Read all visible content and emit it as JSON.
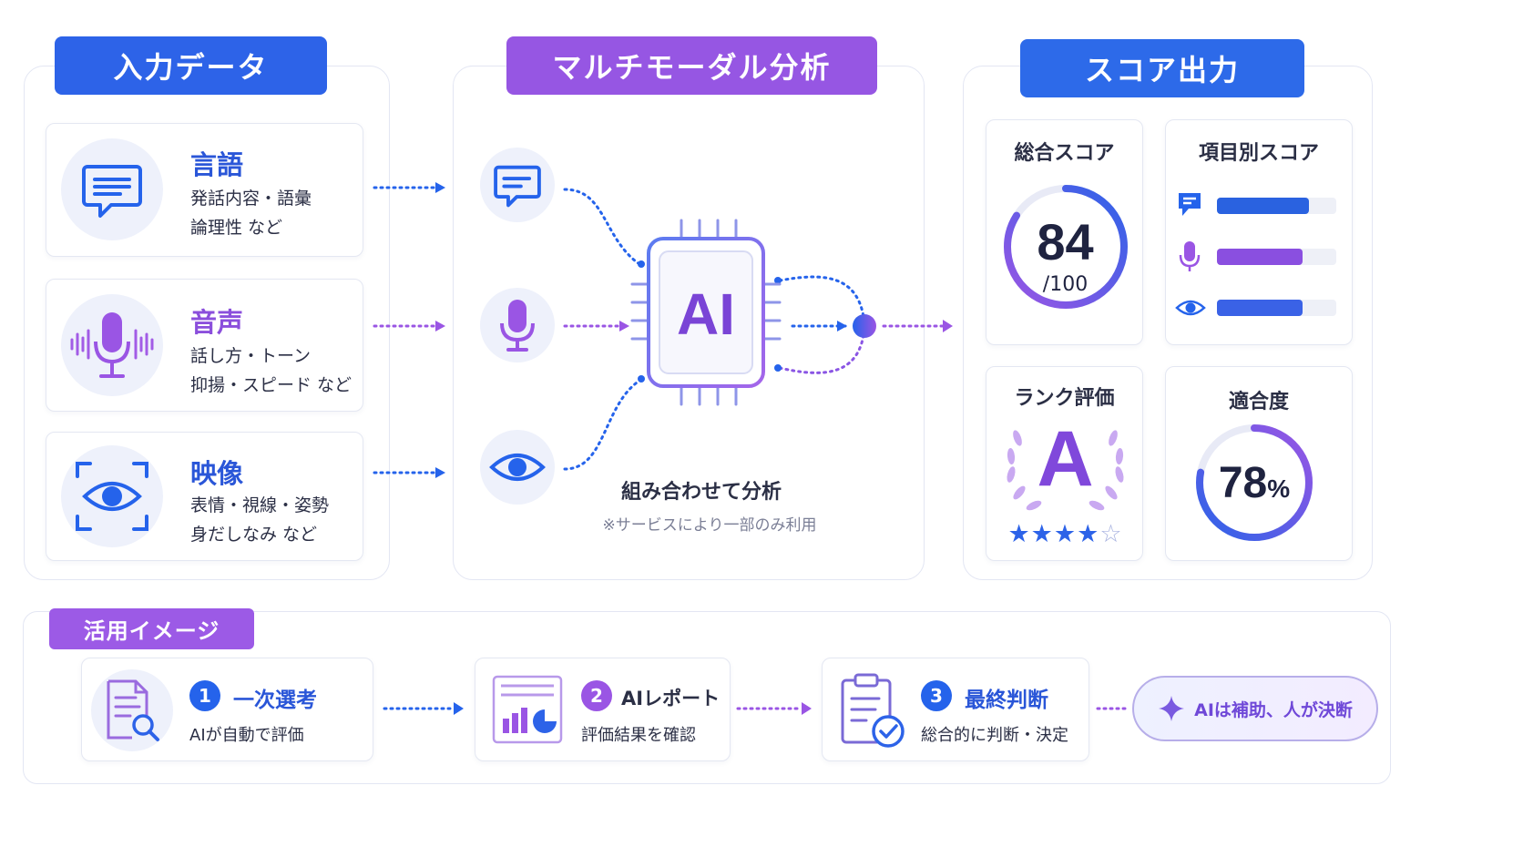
{
  "input": {
    "header": "入力データ",
    "items": [
      {
        "title": "言語",
        "desc1": "発話内容・語彙",
        "desc2": "論理性 など",
        "icon": "speech-bubble-icon"
      },
      {
        "title": "音声",
        "desc1": "話し方・トーン",
        "desc2": "抑揚・スピード など",
        "icon": "microphone-icon"
      },
      {
        "title": "映像",
        "desc1": "表情・視線・姿勢",
        "desc2": "身だしなみ など",
        "icon": "eye-scan-icon"
      }
    ]
  },
  "analysis": {
    "header": "マルチモーダル分析",
    "chip_label": "AI",
    "caption": "組み合わせて分析",
    "note": "※サービスにより一部のみ利用"
  },
  "output": {
    "header": "スコア出力",
    "total": {
      "title": "総合スコア",
      "score": "84",
      "max": "/100",
      "value": 84
    },
    "items": {
      "title": "項目別スコア",
      "bars": [
        {
          "icon": "speech-bubble-icon",
          "value": 0.77,
          "color": "#2a62e0"
        },
        {
          "icon": "microphone-icon",
          "value": 0.72,
          "color": "#8a4fe0"
        },
        {
          "icon": "eye-icon",
          "value": 0.72,
          "color": "#3a62e6"
        }
      ]
    },
    "rank": {
      "title": "ランク評価",
      "grade": "A",
      "stars": 4,
      "max_stars": 5
    },
    "fit": {
      "title": "適合度",
      "value": "78",
      "unit": "%",
      "percent": 78
    }
  },
  "usage": {
    "header": "活用イメージ",
    "steps": [
      {
        "num": "1",
        "title": "一次選考",
        "desc": "AIが自動で評価",
        "icon": "document-search-icon"
      },
      {
        "num": "2",
        "title": "AIレポート",
        "desc": "評価結果を確認",
        "icon": "report-chart-icon"
      },
      {
        "num": "3",
        "title": "最終判断",
        "desc": "総合的に判断・決定",
        "icon": "clipboard-check-icon"
      }
    ],
    "final": "AIは補助、人が決断"
  },
  "colors": {
    "blue": "#2563eb",
    "purple": "#9a55e4",
    "light_bg": "#eef1fb"
  }
}
